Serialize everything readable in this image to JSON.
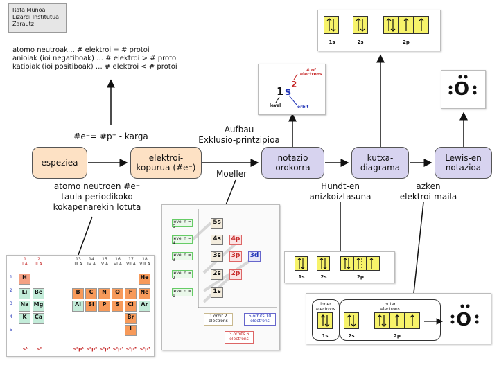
{
  "credit": {
    "lines": [
      "Rafa Muñoa",
      "Lizardi Institutua",
      "Zarautz"
    ]
  },
  "notes": {
    "line1": "atomo neutroak… # elektroi = # protoi",
    "line2": "anioiak (ioi negatiboak) … # elektroi > # protoi",
    "line3": "katioiak (ioi positiboak) … # elektroi < # protoi"
  },
  "formula": "#e⁻= #p⁺ - karga",
  "nodes": {
    "espeziea": "espeziea",
    "elektroi_1": "elektroi-",
    "elektroi_2": "kopurua (#e⁻)",
    "notazio_1": "notazio",
    "notazio_2": "orokorra",
    "kutxa_1": "kutxa-",
    "kutxa_2": "diagrama",
    "lewis_1": "Lewis-en",
    "lewis_2": "notazioa"
  },
  "labels": {
    "aufbau_1": "Aufbau",
    "aufbau_2": "Exklusio-printzipioa",
    "moeller": "Moeller",
    "hundt_1": "Hundt-en",
    "hundt_2": "anizkoiztasuna",
    "azken_1": "azken",
    "azken_2": "elektroi-maila",
    "atomo_1": "atomo neutroen #e⁻",
    "atomo_2": "taula periodikoko",
    "atomo_3": "kokapenarekin lotuta"
  },
  "notation_panel": {
    "level_digit": "1",
    "orbital_letter": "s",
    "electrons_digit": "2",
    "of_electrons_1": "# of",
    "of_electrons_2": "electrons",
    "level_text": "level",
    "orbit_text": "orbit"
  },
  "box_top": {
    "labels": [
      "1s",
      "2s",
      "2p"
    ]
  },
  "box_mid": {
    "labels": [
      "1s",
      "2s",
      "2p"
    ]
  },
  "box_bottom": {
    "inner_1": "inner",
    "inner_2": "electrons",
    "outer_1": "outer",
    "outer_2": "electrons",
    "labels": [
      "1s",
      "2s",
      "2p"
    ]
  },
  "lewis_symbol": "O",
  "moeller_panel": {
    "levels": [
      "level n = 5",
      "level n = 4",
      "level n = 3",
      "level n = 2",
      "level n = 1"
    ],
    "orbitals": [
      "5s",
      "4s",
      "4p",
      "3s",
      "3p",
      "3d",
      "2s",
      "2p",
      "1s"
    ],
    "legend": [
      "1 orbit 2 electrons",
      "3 orbits 6 electrons",
      "5 orbits 10 electrons"
    ]
  },
  "periodic": {
    "col_groups": [
      "1",
      "2",
      "13",
      "14",
      "15",
      "16",
      "17",
      "18"
    ],
    "col_roman": [
      "I A",
      "II A",
      "III A",
      "IV A",
      "V A",
      "VI A",
      "VII A",
      "VIII A"
    ],
    "rows": [
      "1",
      "2",
      "3",
      "4",
      "5"
    ],
    "elements": [
      "H",
      "He",
      "Li",
      "Be",
      "B",
      "C",
      "N",
      "O",
      "F",
      "Ne",
      "Na",
      "Mg",
      "Al",
      "Si",
      "P",
      "S",
      "Cl",
      "Ar",
      "K",
      "Ca",
      "Br",
      "I"
    ],
    "configs": [
      "s¹",
      "s²",
      "s²p¹",
      "s²p²",
      "s²p³",
      "s²p⁴",
      "s²p⁵",
      "s²p⁶"
    ]
  },
  "colors": {
    "peach": "#fde1c4",
    "violet": "#d7d3ef",
    "yellow": "#f7f36a",
    "s_block": "#f4a184",
    "p_block": "#f79a5a",
    "green": "#c3ecd9"
  }
}
